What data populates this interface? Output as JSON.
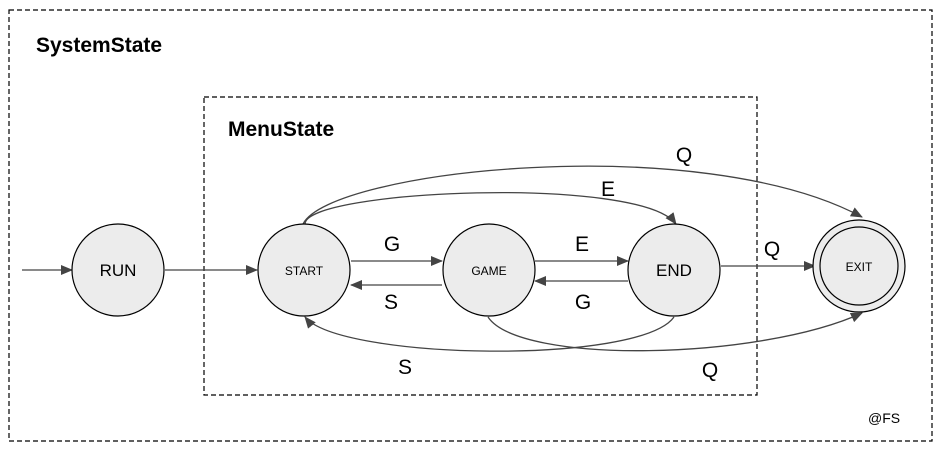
{
  "diagram": {
    "colors": {
      "state_fill": "#ececec",
      "edge_stroke": "#444444",
      "border": "#000000"
    },
    "containers": {
      "system": {
        "label": "SystemState"
      },
      "menu": {
        "label": "MenuState"
      }
    },
    "states": {
      "run": {
        "label": "RUN"
      },
      "start": {
        "label": "START"
      },
      "game": {
        "label": "GAME"
      },
      "end": {
        "label": "END"
      },
      "exit": {
        "label": "EXIT"
      }
    },
    "transitions": {
      "start_to_game": {
        "label": "G"
      },
      "game_to_start": {
        "label": "S"
      },
      "game_to_end": {
        "label": "E"
      },
      "end_to_game": {
        "label": "G"
      },
      "end_to_exit": {
        "label": "Q"
      },
      "start_to_end": {
        "label": "E"
      },
      "start_to_exit": {
        "label": "Q"
      },
      "end_to_start": {
        "label": "S"
      },
      "game_to_exit": {
        "label": "Q"
      }
    },
    "credit": "@FS"
  }
}
